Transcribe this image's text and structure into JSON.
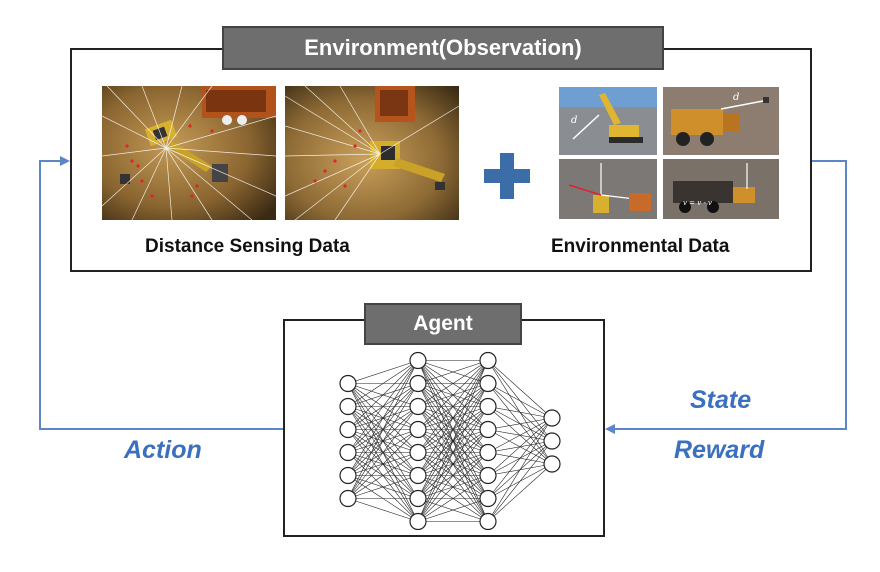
{
  "environment": {
    "title": "Environment(Observation)",
    "distance_caption": "Distance Sensing Data",
    "environmental_caption": "Environmental Data",
    "plus_icon": "plus-icon",
    "accent_color": "#3b6ea8"
  },
  "agent": {
    "title": "Agent",
    "network_layers": [
      6,
      8,
      8,
      3
    ]
  },
  "loop": {
    "action_label": "Action",
    "state_label": "State",
    "reward_label": "Reward",
    "line_color": "#5b86c8"
  },
  "env_thumbs": {
    "d_label_1": "d",
    "d_label_2": "d",
    "formula": "v = v - v"
  }
}
